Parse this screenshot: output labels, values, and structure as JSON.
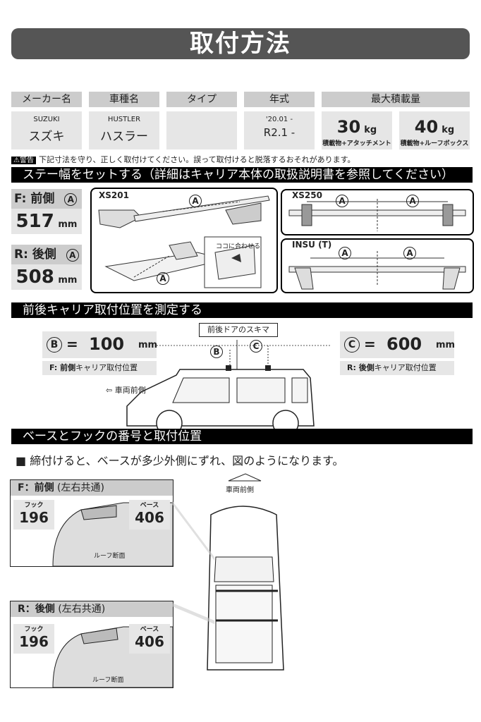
{
  "title": "取付方法",
  "table": {
    "headers": [
      "メーカー名",
      "車種名",
      "タイプ",
      "年式",
      "最大積載量"
    ],
    "maker_en": "SUZUKI",
    "maker_ja": "スズキ",
    "model_en": "HUSTLER",
    "model_ja": "ハスラー",
    "type": "",
    "year_small": "'20.01 -",
    "year_main": "R2.1 -",
    "load1_value": "30",
    "load1_unit": "kg",
    "load1_label": "積載物+アタッチメント",
    "load2_value": "40",
    "load2_unit": "kg",
    "load2_label": "積載物+ルーフボックス"
  },
  "warning": {
    "badge": "⚠警告",
    "text": "下記寸法を守り、正しく取付けてください。誤って取付けると脱落するおそれがあります。"
  },
  "section1": {
    "title": "ステー幅をセットする（詳細はキャリア本体の取扱説明書を参照してください）",
    "front_label": "F: 前側",
    "front_value": "517",
    "rear_label": "R: 後側",
    "rear_value": "508",
    "unit": "mm",
    "marker_a": "A",
    "xs201": "XS201",
    "xs250": "XS250",
    "insu": "INSU (T)",
    "kokoni": "ココに合わせる"
  },
  "section2": {
    "title": "前後キャリア取付位置を測定する",
    "door_gap": "前後ドアのスキマ",
    "b_marker": "B",
    "b_value": "100",
    "b_caption_bold": "F: 前側",
    "b_caption": "キャリア取付位置",
    "c_marker": "C",
    "c_value": "600",
    "c_caption_bold": "R: 後側",
    "c_caption": "キャリア取付位置",
    "unit": "mm",
    "eq": "=",
    "front_dir": "車両前側"
  },
  "section3": {
    "title": "ベースとフックの番号と取付位置",
    "note": "締付けると、ベースが多少外側にずれ、図のようになります。",
    "front_dir": "車両前側",
    "front_title": "F：前側",
    "rear_title": "R：後側",
    "common": "(左右共通)",
    "hook_label": "フック",
    "base_label": "ベース",
    "front_hook": "196",
    "front_base": "406",
    "rear_hook": "196",
    "rear_base": "406",
    "roof_section": "ルーフ断面"
  }
}
